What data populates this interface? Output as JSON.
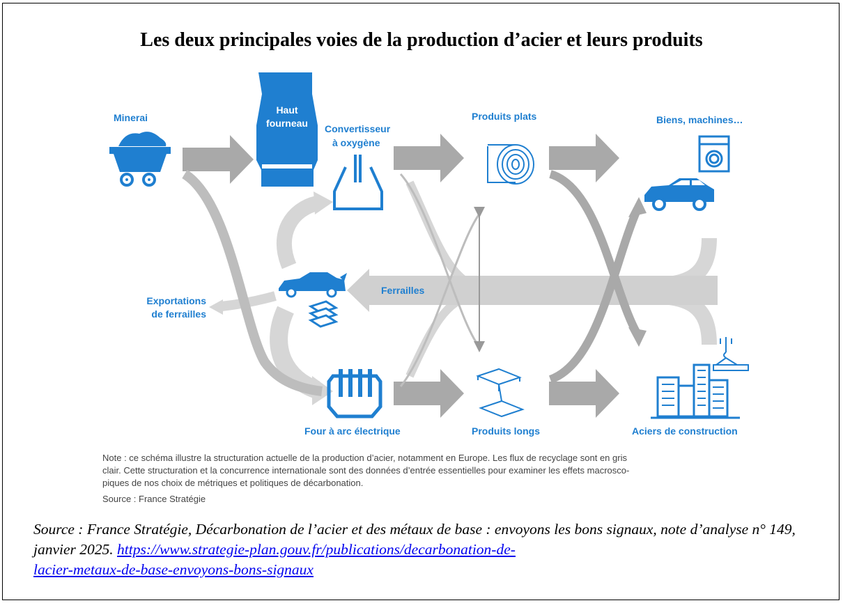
{
  "title": "Les deux principales voies de la production d’acier et leurs produits",
  "labels": {
    "minerai": "Minerai",
    "haut_fourneau_1": "Haut",
    "haut_fourneau_2": "fourneau",
    "convertisseur_1": "Convertisseur",
    "convertisseur_2": "à oxygène",
    "produits_plats": "Produits plats",
    "biens_machines": "Biens, machines…",
    "ferrailles": "Ferrailles",
    "exportations_1": "Exportations",
    "exportations_2": "de ferrailles",
    "four_arc": "Four à arc électrique",
    "produits_longs": "Produits longs",
    "aciers_construction": "Aciers de construction"
  },
  "note": {
    "line1": "Note : ce schéma illustre la structuration actuelle de la production d’acier, notamment en Europe. Les flux de recyclage sont en gris",
    "line2": "clair. Cette structuration et la concurrence internationale sont des données d’entrée essentielles pour examiner les effets macrosco-",
    "line3": "piques de nos choix de métriques et politiques de décarbonation.",
    "source": "Source : France Stratégie"
  },
  "citation": {
    "text": "Source : France Stratégie, Décarbonation de l’acier et des métaux de base : envoyons les bons signaux, note d’analyse n° 149, janvier 2025.",
    "link_line1": "https://www.strategie-plan.gouv.fr/publications/decarbonation-de-",
    "link_line2": "lacier-metaux-de-base-envoyons-bons-signaux"
  },
  "colors": {
    "blue": "#1f7fd0",
    "dark_arrow": "#a6a6a6",
    "light_arrow": "#d4d4d4"
  }
}
